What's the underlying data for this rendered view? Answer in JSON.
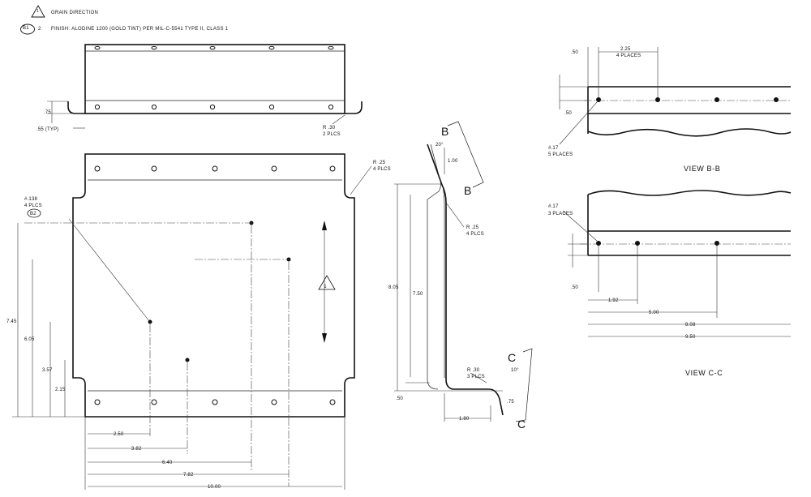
{
  "notes": {
    "note1_number": "1",
    "note1_text": "GRAIN DIRECTION",
    "note2_badge": "B1",
    "note2_number": "2",
    "note2_text": "FINISH: ALODINE 1200 (GOLD TINT) PER MIL-C-5541 TYPE II, CLASS 1"
  },
  "top_view": {
    "dim_75": ".75",
    "dim_55": ".55 (TYP)",
    "radius": "R .30",
    "radius_count": "2 PLCS"
  },
  "plan_view": {
    "corner_radius": "R .25",
    "corner_count": "4 PLCS",
    "hole_callout": "#.138",
    "hole_count": "4 PLCS",
    "hole_badge": "B2",
    "grain_ref": "1",
    "dim_745": "7.45",
    "dim_605": "6.05",
    "dim_357": "3.57",
    "dim_215": "2.15",
    "dim_250": "2.50",
    "dim_382": "3.82",
    "dim_640": "6.40",
    "dim_782": "7.82",
    "dim_1000": "10.00"
  },
  "side_view": {
    "section_b": "B",
    "section_c": "C",
    "angle_top": "20°",
    "dim_100": "1.00",
    "radius_top": "R .25",
    "radius_top_count": "4 PLCS",
    "dim_805": "8.05",
    "dim_750": "7.50",
    "radius_bottom": "R .30",
    "radius_bottom_count": "3 PLCS",
    "angle_bottom": "10°",
    "dim_75": ".75",
    "dim_50": ".50",
    "dim_180": "1.80"
  },
  "view_b": {
    "dim_50_top": ".50",
    "dim_225": "2.25",
    "places": "4 PLACES",
    "dim_50_left": ".50",
    "hole": "#.17",
    "hole_places": "5 PLACES",
    "title": "VIEW B-B"
  },
  "view_c": {
    "hole": "#.17",
    "hole_places": "3 PLACES",
    "dim_50": ".50",
    "dim_192": "1.92",
    "dim_500": "5.00",
    "dim_808": "8.08",
    "dim_950": "9.50",
    "title": "VIEW C-C"
  }
}
